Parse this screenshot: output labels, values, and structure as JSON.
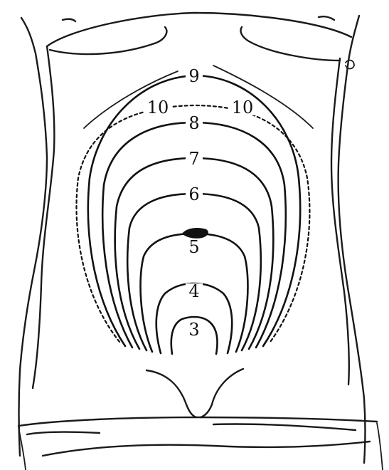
{
  "figure": {
    "labels": {
      "c3": "3",
      "c4": "4",
      "c5": "5",
      "c6": "6",
      "c7": "7",
      "c8": "8",
      "c9": "9",
      "c10_left": "10",
      "c10_right": "10"
    }
  }
}
